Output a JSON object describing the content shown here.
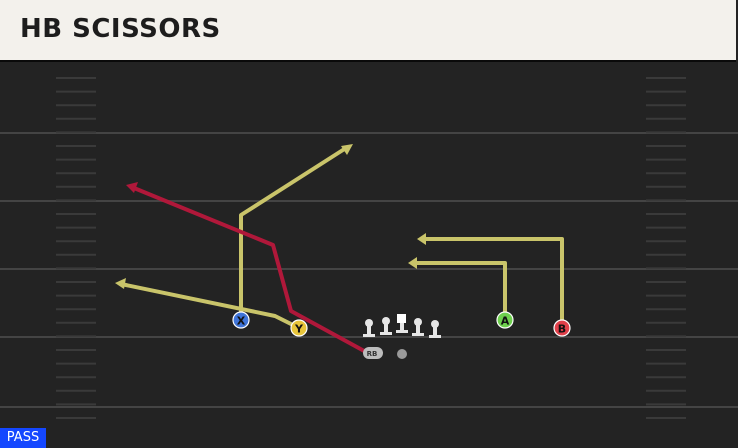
{
  "play": {
    "name": "HB SCISSORS",
    "type": "PASS"
  },
  "colors": {
    "route": "#c9c46a",
    "key_route": "#b0183a",
    "field": "#232323",
    "yard_line": "#444444",
    "title_bg": "#f3f1ec",
    "pass_badge": "#1447ff"
  },
  "players": [
    {
      "id": "X",
      "label": "X",
      "color": "#3f74d8",
      "icon": "x-button-icon"
    },
    {
      "id": "Y",
      "label": "Y",
      "color": "#e8c53a",
      "icon": "y-button-icon"
    },
    {
      "id": "A",
      "label": "A",
      "color": "#6ed04e",
      "icon": "a-button-icon"
    },
    {
      "id": "B",
      "label": "B",
      "color": "#e0404a",
      "icon": "b-button-icon"
    },
    {
      "id": "RB",
      "label": "RB",
      "color": "#bdbdbd",
      "icon": "rb-button-icon"
    }
  ]
}
